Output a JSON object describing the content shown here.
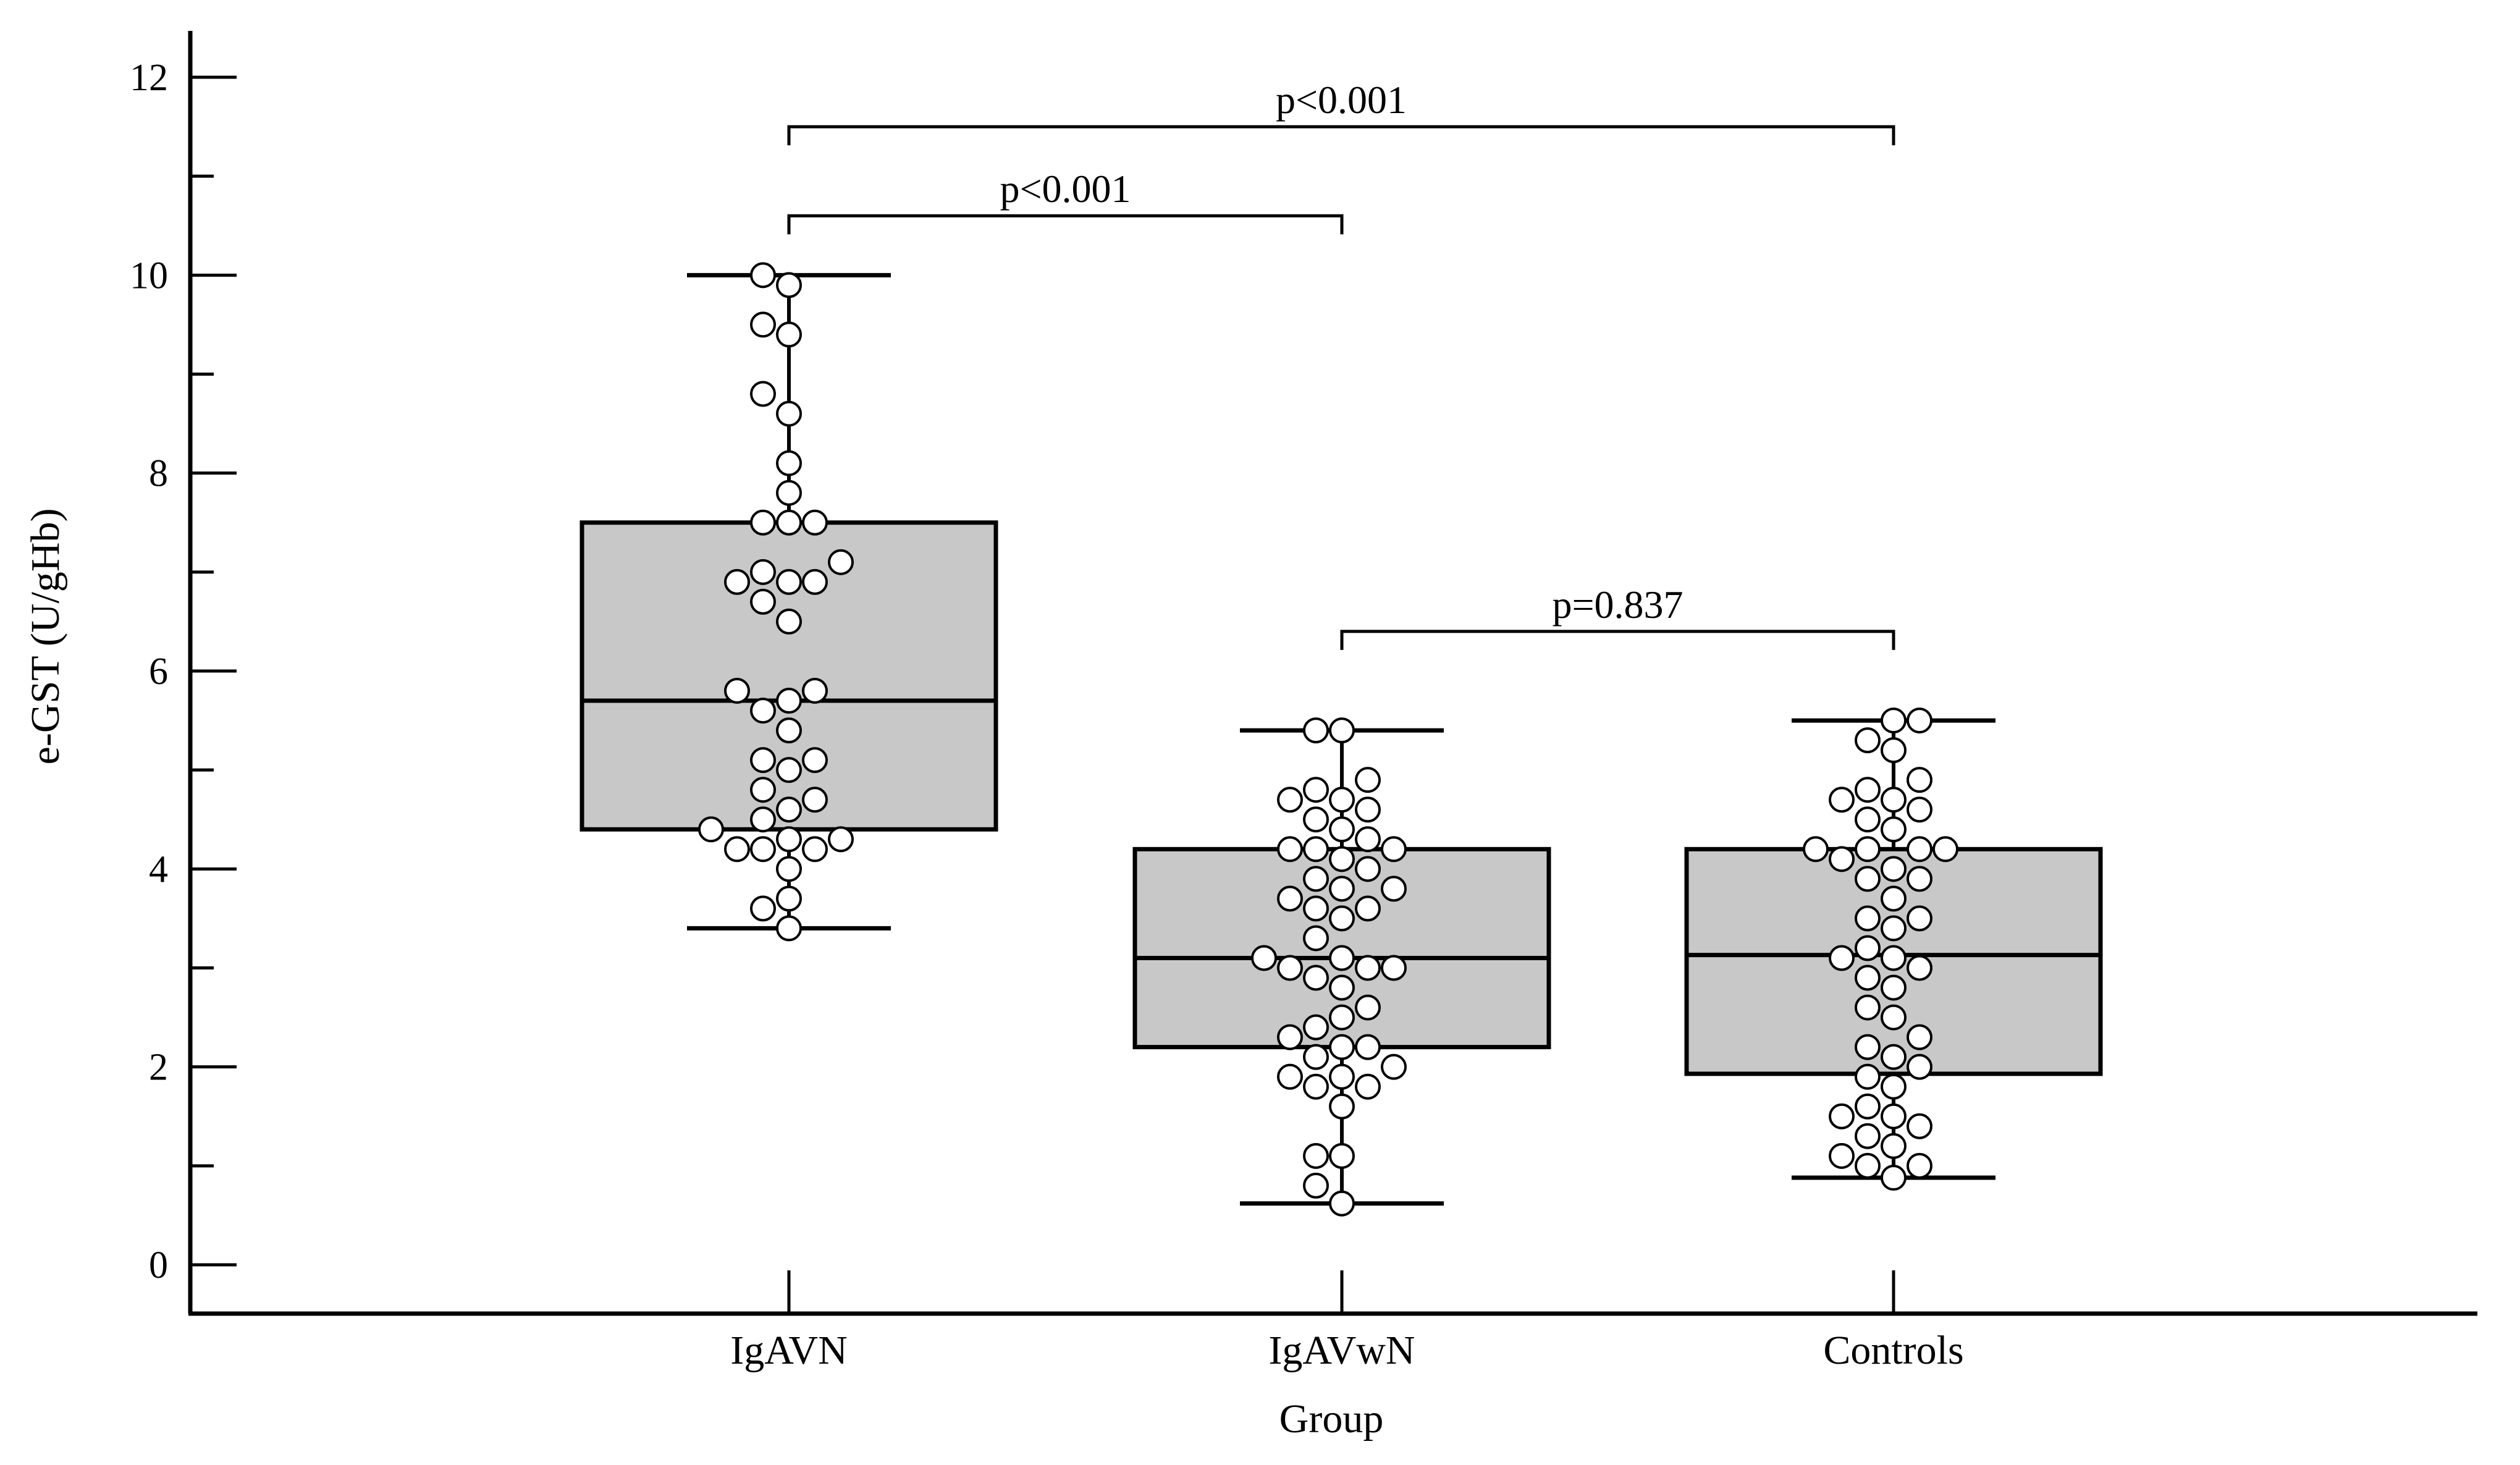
{
  "chart_data": {
    "type": "box",
    "title": "",
    "xlabel": "Group",
    "ylabel": "e-GST (U/gHb)",
    "ylim": [
      0,
      12
    ],
    "yticks": [
      0,
      2,
      4,
      6,
      8,
      10,
      12
    ],
    "grid": false,
    "legend": "none",
    "categories": [
      "IgAVN",
      "IgAVwN",
      "Controls"
    ],
    "box_fill": "#c8c8c8",
    "point_fill": "#ffffff",
    "groups": [
      {
        "name": "IgAVN",
        "whisker_low": 3.4,
        "q1": 4.4,
        "median": 5.7,
        "q3": 7.5,
        "whisker_high": 10.0,
        "points": [
          10.0,
          9.9,
          9.5,
          9.4,
          8.8,
          8.6,
          8.1,
          7.8,
          7.5,
          7.5,
          7.5,
          7.1,
          7.0,
          6.9,
          6.9,
          6.9,
          6.7,
          6.5,
          5.8,
          5.8,
          5.7,
          5.6,
          5.4,
          5.1,
          5.1,
          5.0,
          4.8,
          4.7,
          4.6,
          4.5,
          4.4,
          4.3,
          4.3,
          4.2,
          4.2,
          4.2,
          4.0,
          3.7,
          3.6,
          3.4
        ]
      },
      {
        "name": "IgAVwN",
        "whisker_low": 0.62,
        "q1": 2.2,
        "median": 3.1,
        "q3": 4.2,
        "whisker_high": 5.4,
        "points": [
          5.4,
          5.4,
          4.9,
          4.8,
          4.7,
          4.7,
          4.6,
          4.5,
          4.4,
          4.3,
          4.2,
          4.2,
          4.2,
          4.1,
          4.0,
          3.9,
          3.8,
          3.8,
          3.7,
          3.6,
          3.6,
          3.5,
          3.3,
          3.1,
          3.1,
          3.0,
          3.0,
          3.0,
          2.9,
          2.8,
          2.6,
          2.5,
          2.4,
          2.3,
          2.2,
          2.2,
          2.1,
          2.0,
          1.9,
          1.9,
          1.8,
          1.8,
          1.6,
          1.1,
          1.1,
          0.8,
          0.62
        ]
      },
      {
        "name": "Controls",
        "whisker_low": 0.88,
        "q1": 1.93,
        "median": 3.13,
        "q3": 4.2,
        "whisker_high": 5.5,
        "points": [
          5.5,
          5.5,
          5.3,
          5.2,
          4.9,
          4.8,
          4.7,
          4.7,
          4.6,
          4.5,
          4.4,
          4.2,
          4.2,
          4.2,
          4.2,
          4.1,
          4.0,
          3.9,
          3.9,
          3.7,
          3.5,
          3.5,
          3.4,
          3.2,
          3.1,
          3.1,
          3.0,
          2.9,
          2.8,
          2.6,
          2.5,
          2.3,
          2.2,
          2.1,
          2.0,
          1.9,
          1.8,
          1.6,
          1.5,
          1.5,
          1.4,
          1.3,
          1.2,
          1.1,
          1.0,
          1.0,
          0.88
        ]
      }
    ],
    "comparisons": [
      {
        "from": "IgAVN",
        "to": "Controls",
        "level": 11.5,
        "label": "p<0.001"
      },
      {
        "from": "IgAVN",
        "to": "IgAVwN",
        "level": 10.6,
        "label": "p<0.001"
      },
      {
        "from": "IgAVwN",
        "to": "Controls",
        "level": 6.4,
        "label": "p=0.837"
      }
    ]
  }
}
